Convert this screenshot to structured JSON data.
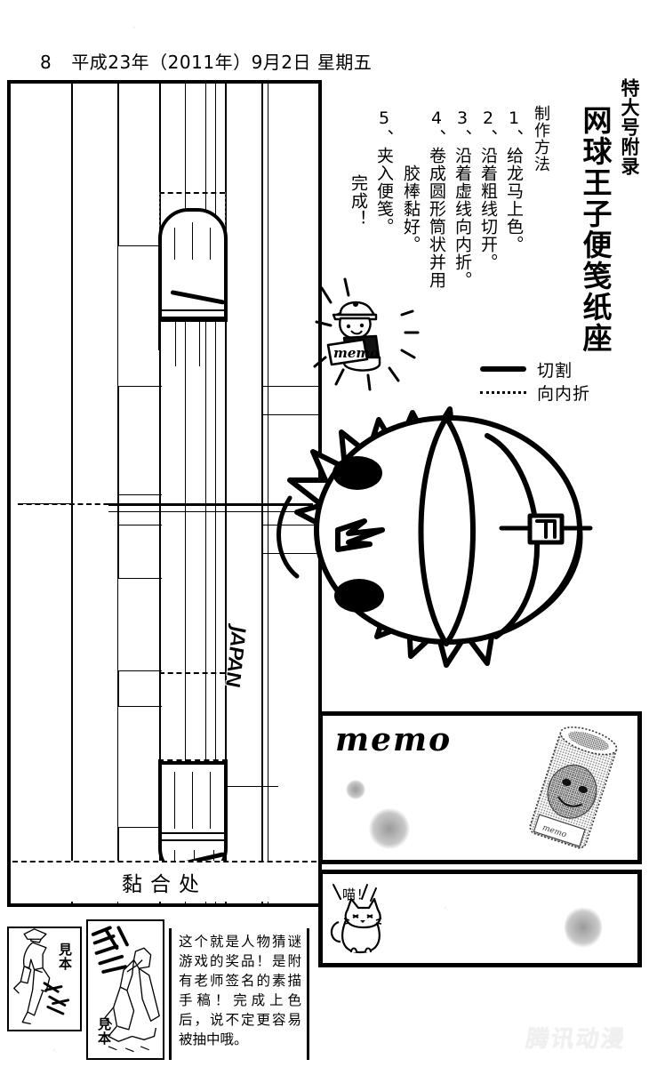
{
  "header": {
    "page_number": "8",
    "date_line": "平成23年（2011年）9月2日 星期五"
  },
  "appendix": {
    "badge": "特大号附录",
    "title": "网球王子便笺纸座",
    "howto_label": "制作方法",
    "steps": [
      "1、给龙马上色。",
      "2、沿着粗线切开。",
      "3、沿着虚线向内折。",
      "4、卷成圆形筒状并用",
      "胶棒黏好。",
      "5、夹入便笺。",
      "完成！"
    ]
  },
  "legend": {
    "cut_label": "切割",
    "fold_label": "向内折"
  },
  "template": {
    "glue_label": "黏合处",
    "decor_text": "JAPAN"
  },
  "mascot": {
    "memo_card_text": "memo"
  },
  "panels": {
    "memo_panel": {
      "heading": "memo",
      "product_label": "memo"
    },
    "cat_panel": {
      "sfx": "喵！"
    }
  },
  "samples": {
    "card_a_label": "見本",
    "card_b_label": "見本"
  },
  "caption": {
    "text": "这个就是人物猜谜游戏的奖品！是附有老师签名的素描手稿！完成上色后，说不定更容易被抽中哦。"
  },
  "watermark": {
    "text": "腾讯动漫"
  }
}
